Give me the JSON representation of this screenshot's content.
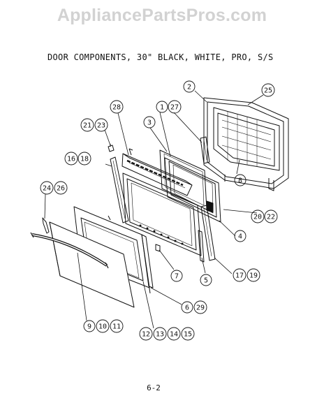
{
  "watermark": "AppliancePartsPros.com",
  "title": "DOOR COMPONENTS, 30\" BLACK, WHITE, PRO, S/S",
  "page_number": "6-2",
  "callouts": {
    "c1": "1",
    "c2": "2",
    "c3": "3",
    "c4": "4",
    "c5": "5",
    "c6": "6",
    "c7": "7",
    "c8": "8",
    "c9": "9",
    "c10": "10",
    "c11": "11",
    "c12": "12",
    "c13": "13",
    "c14": "14",
    "c15": "15",
    "c16": "16",
    "c17": "17",
    "c18": "18",
    "c19": "19",
    "c20": "20",
    "c21": "21",
    "c22": "22",
    "c23": "23",
    "c24": "24",
    "c25": "25",
    "c26": "26",
    "c27": "27",
    "c28": "28",
    "c29": "29"
  }
}
